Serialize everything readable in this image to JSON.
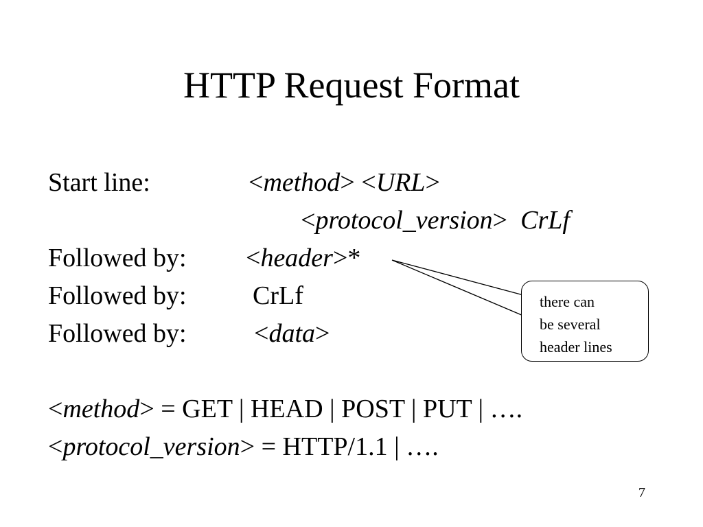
{
  "slide": {
    "title": "HTTP Request Format",
    "page_number": "7"
  },
  "start_line": {
    "label": "Start line:",
    "lt1": "<",
    "method": "method",
    "gt1": ">",
    "lt2": " <",
    "url": "URL",
    "gt2": ">",
    "lt3": "<",
    "protocol_version": "protocol_version",
    "gt3": ">",
    "crlf": "CrLf"
  },
  "header_line": {
    "label": "Followed by:",
    "lt": "<",
    "header": "header",
    "gt": ">",
    "star": "*"
  },
  "crlf_line": {
    "label": "Followed by:",
    "value": "CrLf"
  },
  "data_line": {
    "label": "Followed by:",
    "lt": "<",
    "data": "data",
    "gt": ">"
  },
  "method_def": {
    "lt": "<",
    "name": "method",
    "gt": ">",
    "value": " = GET | HEAD | POST | PUT | …."
  },
  "protocol_def": {
    "lt": "<",
    "name": "protocol_version",
    "gt": ">",
    "value": " = HTTP/1.1 | …."
  },
  "callout": {
    "lines": [
      "there can",
      "be several",
      "header lines"
    ]
  }
}
